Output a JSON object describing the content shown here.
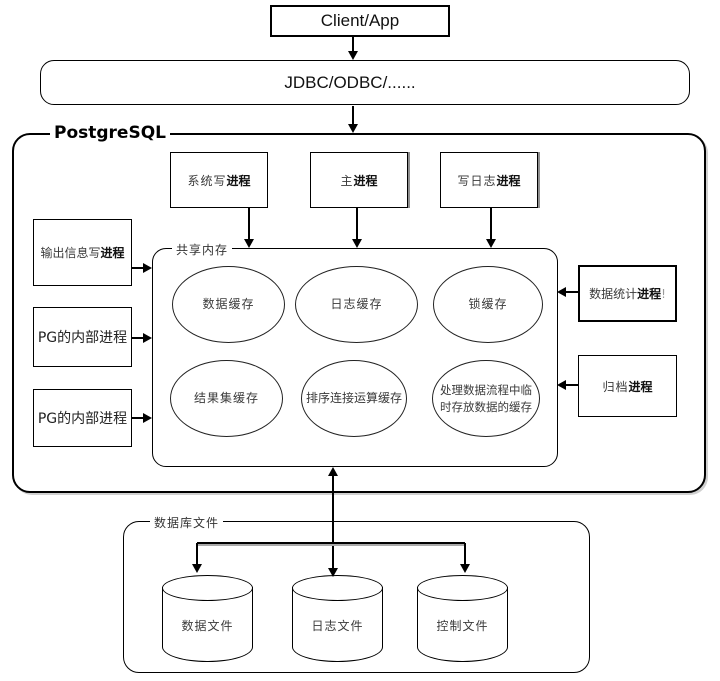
{
  "client": {
    "label": "Client/App"
  },
  "driver": {
    "label": "JDBC/ODBC/......"
  },
  "pg": {
    "title": "PostgreSQL",
    "top_processes": [
      {
        "prefix": "系统写",
        "bold": "进程",
        "suffix": ""
      },
      {
        "prefix": "主",
        "bold": "进程",
        "suffix": ""
      },
      {
        "prefix": "写日志",
        "bold": "进程",
        "suffix": ""
      }
    ],
    "left_processes": [
      {
        "prefix": "输出信息写",
        "bold": "进程",
        "suffix": ""
      },
      {
        "label": "PG的内部进程"
      },
      {
        "label": "PG的内部进程"
      }
    ],
    "right_processes": [
      {
        "prefix": "数据统计",
        "bold": "进程",
        "suffix": "!"
      },
      {
        "prefix": "归档",
        "bold": "进程",
        "suffix": ""
      }
    ],
    "shared_memory": {
      "title": "共享内存",
      "caches": [
        "数据缓存",
        "日志缓存",
        "锁缓存",
        "结果集缓存",
        "排序连接运算缓存",
        "处理数据流程中临时存放数据的缓存"
      ]
    }
  },
  "database_files": {
    "title": "数据库文件",
    "files": [
      "数据文件",
      "日志文件",
      "控制文件"
    ]
  },
  "colors": {
    "line": "#000000",
    "shadow": "#8f8f8f",
    "text": "#1a1a1a"
  }
}
